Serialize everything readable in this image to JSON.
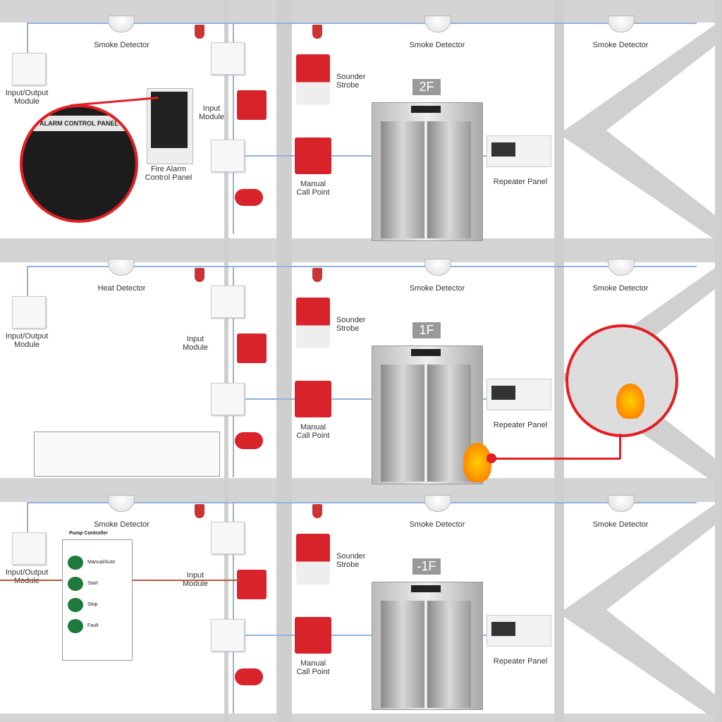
{
  "floors": [
    {
      "name": "2F",
      "left_detector": "Smoke Detector",
      "io_module": "Input/Output\nModule",
      "input_module": "Input\nModule",
      "sounder": "Sounder\nStrobe",
      "mcp": "Manual\nCall Point",
      "repeater": "Repeater Panel",
      "mid_detector": "Smoke Detector",
      "right_detector": "Smoke Detector"
    },
    {
      "name": "1F",
      "left_detector": "Heat Detector",
      "io_module": "Input/Output\nModule",
      "input_module": "Input\nModule",
      "sounder": "Sounder\nStrobe",
      "mcp": "Manual\nCall Point",
      "repeater": "Repeater Panel",
      "mid_detector": "Smoke Detector",
      "right_detector": "Smoke Detector"
    },
    {
      "name": "-1F",
      "left_detector": "Smoke Detector",
      "io_module": "Input/Output\nModule",
      "input_module": "Input\nModule",
      "sounder": "Sounder\nStrobe",
      "mcp": "Manual\nCall Point",
      "repeater": "Repeater Panel",
      "mid_detector": "Smoke Detector",
      "right_detector": "Smoke Detector"
    }
  ],
  "control_panel": {
    "label": "Fire Alarm\nControl Panel",
    "callout_title": "ALARM CONTROL PANEL"
  },
  "pump_controller": {
    "title": "Pump Controller",
    "buttons": [
      "Manual/Auto",
      "Start",
      "Stop",
      "Fault"
    ],
    "button_color": "#1e7a3c"
  },
  "colors": {
    "alarm_red": "#d8232a",
    "wire": "#8fb3dd",
    "fire": "#ff7a00"
  }
}
